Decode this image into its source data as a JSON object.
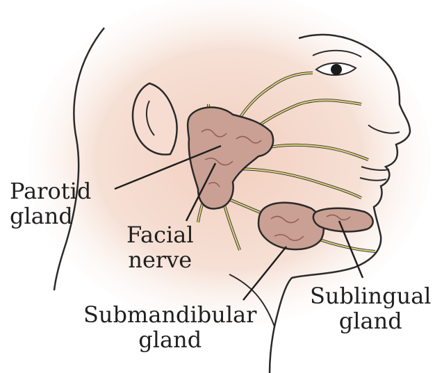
{
  "labels": {
    "parotid": {
      "line1": "Parotid",
      "line2": "gland"
    },
    "facial": {
      "line1": "Facial",
      "line2": "nerve"
    },
    "submandibular": {
      "line1": "Submandibular",
      "line2": "gland"
    },
    "sublingual": {
      "line1": "Sublingual",
      "line2": "gland"
    }
  },
  "colors": {
    "skin_tint": "#f4d9cc",
    "gland_fill": "#c9a093",
    "gland_texture": "#8d5f52",
    "nerve": "#d8cf7a",
    "outline": "#2a2a2a"
  }
}
